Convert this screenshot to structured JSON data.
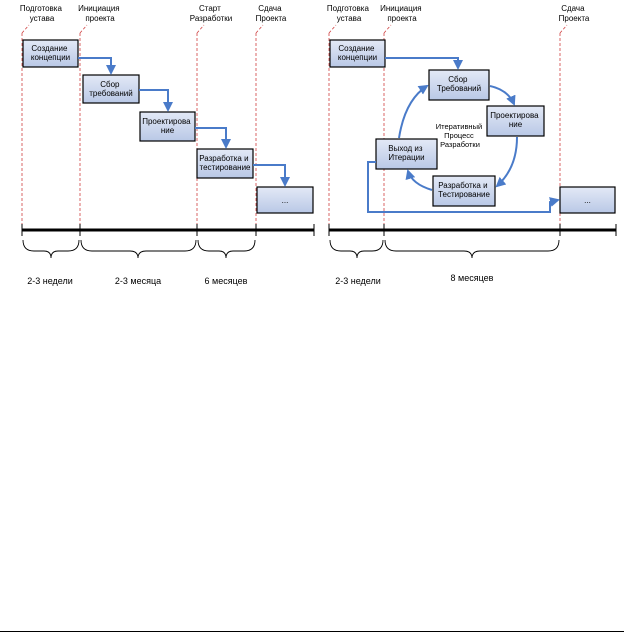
{
  "left": {
    "milestones": [
      {
        "id": "l-m1",
        "line1": "Подготовка",
        "line2": "устава"
      },
      {
        "id": "l-m2",
        "line1": "Инициация",
        "line2": "проекта"
      },
      {
        "id": "l-m3",
        "line1": "Старт",
        "line2": "Разработки"
      },
      {
        "id": "l-m4",
        "line1": "Сдача",
        "line2": "Проекта"
      }
    ],
    "steps": [
      {
        "line1": "Создание",
        "line2": "концепции"
      },
      {
        "line1": "Сбор",
        "line2": "требований"
      },
      {
        "line1": "Проектирова",
        "line2": "ние"
      },
      {
        "line1": "Разработка и",
        "line2": "тестирование"
      },
      {
        "line1": "...",
        "line2": ""
      }
    ],
    "durations": [
      "2-3 недели",
      "2-3 месяца",
      "6 месяцев"
    ]
  },
  "right": {
    "milestones": [
      {
        "id": "r-m1",
        "line1": "Подготовка",
        "line2": "устава"
      },
      {
        "id": "r-m2",
        "line1": "Инициация",
        "line2": "проекта"
      },
      {
        "id": "r-m3",
        "line1": "Сдача",
        "line2": "Проекта"
      }
    ],
    "steps": [
      {
        "line1": "Создание",
        "line2": "концепции"
      },
      {
        "line1": "Сбор",
        "line2": "Требований"
      },
      {
        "line1": "Проектирова",
        "line2": "ние"
      },
      {
        "line1": "Разработка и",
        "line2": "Тестирование"
      },
      {
        "line1": "Выход из",
        "line2": "Итерации"
      },
      {
        "line1": "...",
        "line2": ""
      }
    ],
    "cycle_label": [
      "Итеративный",
      "Процесс",
      "Разработки"
    ],
    "durations": [
      "2-3 недели",
      "8 месяцев"
    ]
  },
  "colors": {
    "box_fill": "#c6d3ec",
    "box_border": "#000000",
    "arrow": "#4a7bc9",
    "milestone_line": "#d04040"
  }
}
